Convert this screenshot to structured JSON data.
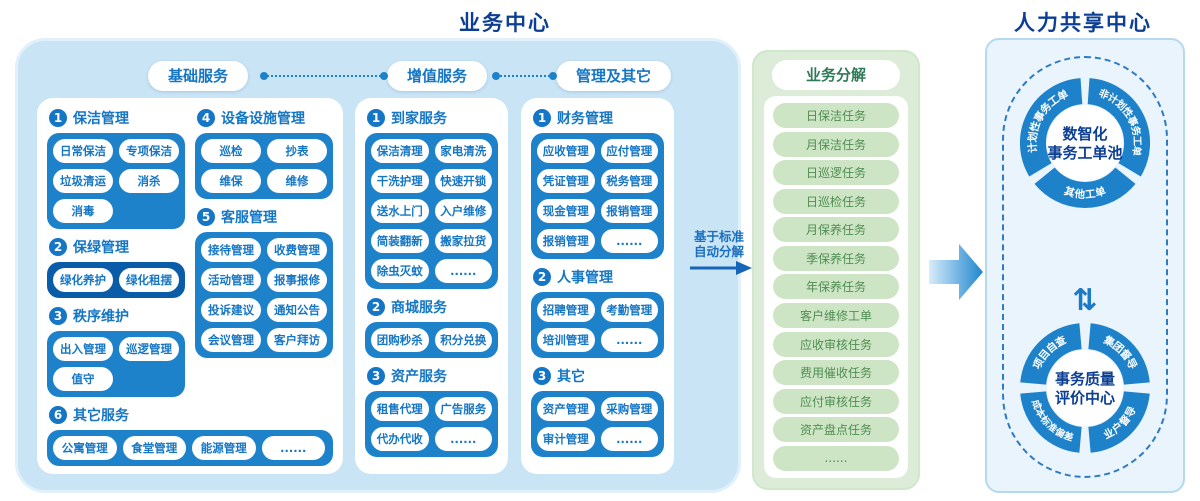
{
  "titles": {
    "business": "业务中心",
    "hr": "人力共享中心"
  },
  "tabs": [
    "基础服务",
    "增值服务",
    "管理及其它"
  ],
  "sections": {
    "a1": {
      "num": "1",
      "title": "保洁管理",
      "items": [
        "日常保洁",
        "专项保洁",
        "垃圾清运",
        "消杀",
        "消毒"
      ]
    },
    "a2": {
      "num": "2",
      "title": "保绿管理",
      "items": [
        "绿化养护",
        "绿化租摆"
      ]
    },
    "a3": {
      "num": "3",
      "title": "秩序维护",
      "items": [
        "出入管理",
        "巡逻管理",
        "值守"
      ]
    },
    "a4": {
      "num": "4",
      "title": "设备设施管理",
      "items": [
        "巡检",
        "抄表",
        "维保",
        "维修"
      ]
    },
    "a5": {
      "num": "5",
      "title": "客服管理",
      "items": [
        "接待管理",
        "收费管理",
        "活动管理",
        "报事报修",
        "投诉建议",
        "通知公告",
        "会议管理",
        "客户拜访"
      ]
    },
    "a6": {
      "num": "6",
      "title": "其它服务",
      "items": [
        "公寓管理",
        "食堂管理",
        "能源管理",
        "......"
      ]
    },
    "b1": {
      "num": "1",
      "title": "到家服务",
      "items": [
        "保洁清理",
        "家电清洗",
        "干洗护理",
        "快速开锁",
        "送水上门",
        "入户维修",
        "简装翻新",
        "搬家拉货",
        "除虫灭蚊",
        "......"
      ]
    },
    "b2": {
      "num": "2",
      "title": "商城服务",
      "items": [
        "团购秒杀",
        "积分兑换"
      ]
    },
    "b3": {
      "num": "3",
      "title": "资产服务",
      "items": [
        "租售代理",
        "广告服务",
        "代办代收",
        "......"
      ]
    },
    "c1": {
      "num": "1",
      "title": "财务管理",
      "items": [
        "应收管理",
        "应付管理",
        "凭证管理",
        "税务管理",
        "现金管理",
        "报销管理",
        "报销管理",
        "......"
      ]
    },
    "c2": {
      "num": "2",
      "title": "人事管理",
      "items": [
        "招聘管理",
        "考勤管理",
        "培训管理",
        "......"
      ]
    },
    "c3": {
      "num": "3",
      "title": "其它",
      "items": [
        "资产管理",
        "采购管理",
        "审计管理",
        "......"
      ]
    }
  },
  "decomposition": {
    "header": "业务分解",
    "tasks": [
      "日保洁任务",
      "月保洁任务",
      "日巡逻任务",
      "日巡检任务",
      "月保养任务",
      "季保养任务",
      "年保养任务",
      "客户维修工单",
      "应收审核任务",
      "费用催收任务",
      "应付审核任务",
      "资产盘点任务",
      "......"
    ]
  },
  "flow": {
    "split_line1": "基于标准",
    "split_line2": "自动分解",
    "swap_icon": "⇅"
  },
  "pool": {
    "line1": "数智化",
    "line2": "事务工单池",
    "seg_left": "计划性事务工单",
    "seg_right": "非计划性事务工单",
    "seg_bottom": "其他工单"
  },
  "quality": {
    "line1": "事务质量",
    "line2": "评价中心",
    "seg_tl": "项目自查",
    "seg_tr": "集团督导",
    "seg_bl": "成本标准偏差",
    "seg_br": "业户督导"
  },
  "colors": {
    "primary_blue": "#1e82ca",
    "deep_blue": "#0b5ca8",
    "title_navy": "#0c3e93",
    "container_blue": "#c9e4f5",
    "green_bg": "#dcecd8",
    "green_item": "#cde5c5",
    "green_text": "#4f8d52",
    "hr_bg": "#e9f4fc"
  }
}
